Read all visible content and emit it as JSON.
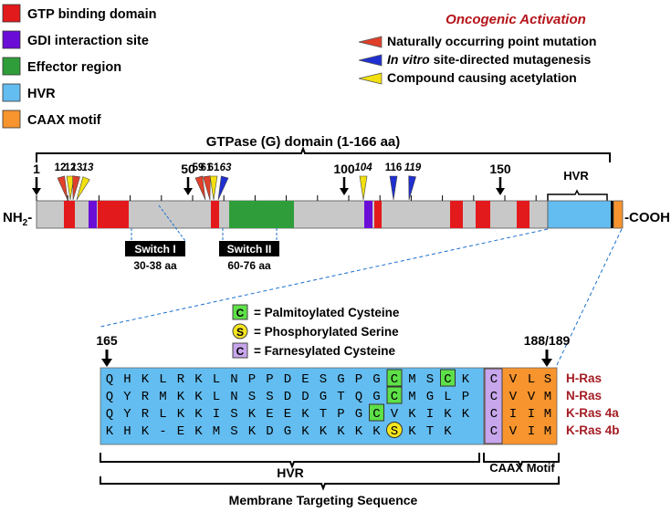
{
  "legend": {
    "domains": [
      {
        "label": "GTP binding domain",
        "color": "#e31a1c"
      },
      {
        "label": "GDI interaction site",
        "color": "#6a0dd6"
      },
      {
        "label": "Effector region",
        "color": "#2f9e3a"
      },
      {
        "label": "HVR",
        "color": "#64bdf0"
      },
      {
        "label": "CAAX motif",
        "color": "#f7942e"
      }
    ],
    "activation_title": "Oncogenic Activation",
    "activation_items": [
      {
        "label": "Naturally occurring point mutation",
        "italic_prefix": "",
        "color": "#e0402a"
      },
      {
        "label": "site-directed mutagenesis",
        "italic_prefix": "In vitro",
        "color": "#1f2fd0"
      },
      {
        "label": "Compound causing acetylation",
        "italic_prefix": "",
        "color": "#f2e010"
      }
    ]
  },
  "gtpase_domain_label": "GTPase (G) domain (1-166 aa)",
  "hvr_bracket_label": "HVR",
  "nh2_label": "NH",
  "nh2_sub": "2",
  "nh2_dash": "-",
  "cooh_label": "-COOH",
  "position_markers": [
    "1",
    "50",
    "100",
    "150"
  ],
  "mutation_sites": [
    {
      "label": "12",
      "color": "#e0402a",
      "italic": false
    },
    {
      "label": "12",
      "color": "#f2e010",
      "italic": false
    },
    {
      "label": "13",
      "color": "#e0402a",
      "italic": false
    },
    {
      "label": "13",
      "color": "#f2e010",
      "italic": true
    },
    {
      "label": "59",
      "color": "#e0402a",
      "italic": false
    },
    {
      "label": "61",
      "color": "#e0402a",
      "italic": false
    },
    {
      "label": "61",
      "color": "#f2e010",
      "italic": false
    },
    {
      "label": "63",
      "color": "#1f2fd0",
      "italic": true
    },
    {
      "label": "104",
      "color": "#f2e010",
      "italic": true
    },
    {
      "label": "116",
      "color": "#1f2fd0",
      "italic": false
    },
    {
      "label": "119",
      "color": "#1f2fd0",
      "italic": true
    }
  ],
  "switches": [
    {
      "name": "Switch I",
      "range": "30-38 aa"
    },
    {
      "name": "Switch II",
      "range": "60-76 aa"
    }
  ],
  "modification_key": [
    {
      "symbol": "C",
      "label": "= Palmitoylated Cysteine",
      "color": "#5ee048",
      "shape": "square"
    },
    {
      "symbol": "S",
      "label": "= Phosphorylated  Serine",
      "color": "#f5e51e",
      "shape": "circle"
    },
    {
      "symbol": "C",
      "label": "= Farnesylated Cysteine",
      "color": "#c7a6ec",
      "shape": "square"
    }
  ],
  "sequence_start": "165",
  "sequence_end": "188/189",
  "isoforms": [
    {
      "name": "H-Ras",
      "hvr": [
        "Q",
        "H",
        "K",
        "L",
        "R",
        "K",
        "L",
        "N",
        "P",
        "P",
        "D",
        "E",
        "S",
        "G",
        "P",
        "G",
        "C",
        "M",
        "S",
        "C",
        "K"
      ],
      "caax": [
        "C",
        "V",
        "L",
        "S"
      ],
      "palm": [
        16,
        19
      ],
      "phos": []
    },
    {
      "name": "N-Ras",
      "hvr": [
        "Q",
        "Y",
        "R",
        "M",
        "K",
        "K",
        "L",
        "N",
        "S",
        "S",
        "D",
        "D",
        "G",
        "T",
        "Q",
        "G",
        "C",
        "M",
        "G",
        "L",
        "P"
      ],
      "caax": [
        "C",
        "V",
        "V",
        "M"
      ],
      "palm": [
        16
      ],
      "phos": []
    },
    {
      "name": "K-Ras 4a",
      "hvr": [
        "Q",
        "Y",
        "R",
        "L",
        "K",
        "K",
        "I",
        "S",
        "K",
        "E",
        "E",
        "K",
        "T",
        "P",
        "G",
        "C",
        "V",
        "K",
        "I",
        "K",
        "K"
      ],
      "caax": [
        "C",
        "I",
        "I",
        "M"
      ],
      "palm": [
        15
      ],
      "phos": []
    },
    {
      "name": "K-Ras 4b",
      "hvr": [
        "K",
        "H",
        "K",
        "-",
        "E",
        "K",
        "M",
        "S",
        "K",
        "D",
        "G",
        "K",
        "K",
        "K",
        "K",
        "K",
        "S",
        "K",
        "T",
        "K"
      ],
      "caax": [
        "C",
        "V",
        "I",
        "M"
      ],
      "palm": [],
      "phos": [
        16
      ]
    }
  ],
  "bottom_hvr_label": "HVR",
  "bottom_caax_label": "CAAX Motif",
  "membrane_label": "Membrane Targeting Sequence"
}
